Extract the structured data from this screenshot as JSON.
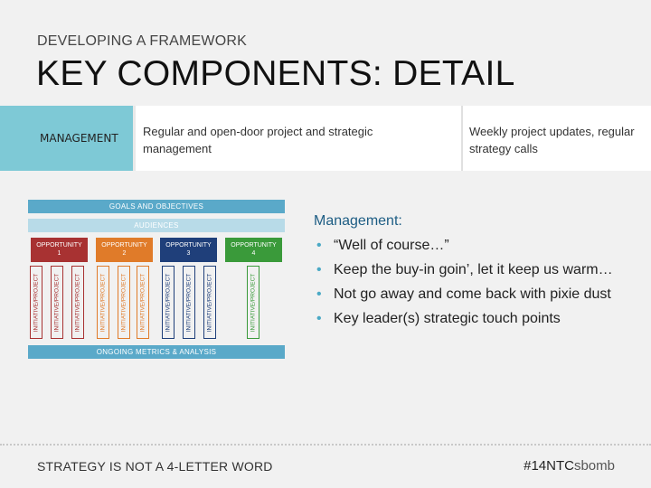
{
  "header": {
    "kicker": "DEVELOPING A FRAMEWORK",
    "title": "KEY COMPONENTS: DETAIL"
  },
  "row": {
    "label": "MANAGEMENT",
    "col2": "Regular and open-door project and strategic management",
    "col3": "Weekly project updates, regular strategy calls",
    "label_color": "#7ec9d6"
  },
  "diagram": {
    "goals": "GOALS AND OBJECTIVES",
    "audiences": "AUDIENCES",
    "metrics": "ONGOING METRICS & ANALYSIS",
    "opportunities": [
      {
        "label": "OPPORTUNITY",
        "num": "1",
        "color": "#a83232"
      },
      {
        "label": "OPPORTUNITY",
        "num": "2",
        "color": "#e07b29"
      },
      {
        "label": "OPPORTUNITY",
        "num": "3",
        "color": "#1f3f7a"
      },
      {
        "label": "OPPORTUNITY",
        "num": "4",
        "color": "#3a9a3a"
      }
    ],
    "initiative_label": "INITIATIVE/PROJECT"
  },
  "bullets": {
    "heading": "Management:",
    "items": [
      "“Well of course…”",
      "Keep the buy-in goin’, let it keep us warm…",
      "Not go away and come back with pixie dust",
      "Key leader(s) strategic touch points"
    ]
  },
  "footer": {
    "left": "STRATEGY IS NOT A 4-LETTER WORD",
    "right_main": "#14NTC",
    "right_tail": "sbomb"
  }
}
